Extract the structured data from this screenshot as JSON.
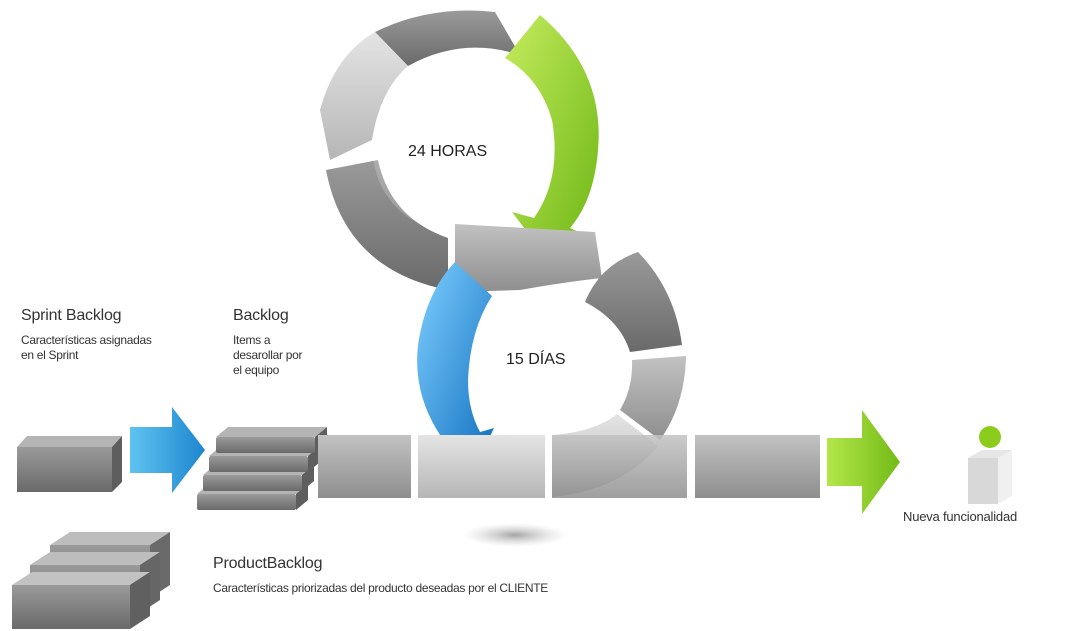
{
  "cycles": {
    "daily": "24 HORAS",
    "sprint": "15 DÍAS"
  },
  "sprint_backlog": {
    "title": "Sprint Backlog",
    "desc_line1": "Características asignadas",
    "desc_line2": "en el Sprint"
  },
  "backlog": {
    "title": "Backlog",
    "desc_line1": "Items a",
    "desc_line2": "desarollar por",
    "desc_line3": "el equipo"
  },
  "product_backlog": {
    "title": "ProductBacklog",
    "desc": "Características priorizadas del producto deseadas por el CLIENTE"
  },
  "output": {
    "label": "Nueva funcionalidad"
  },
  "colors": {
    "green_accent": "#8ccc1a",
    "blue_accent": "#1f8fd6",
    "grey_block": "#8a8a8a",
    "light_grey": "#c8c8c8"
  }
}
